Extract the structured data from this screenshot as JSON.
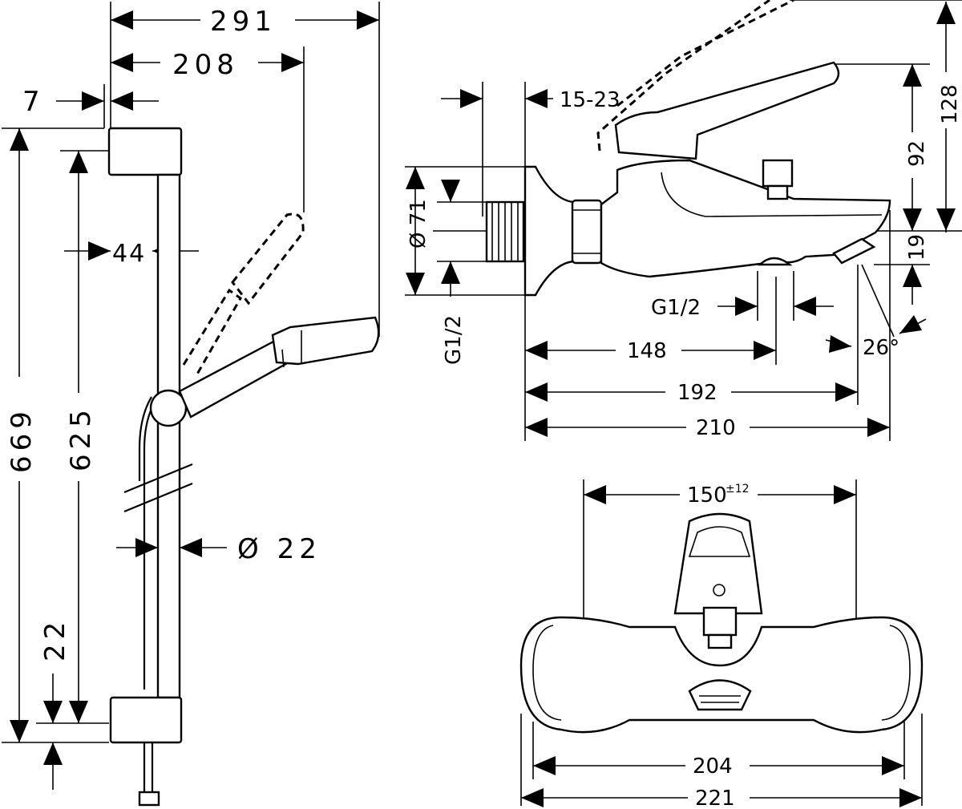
{
  "shower_set": {
    "dims": {
      "d291": "291",
      "d208": "208",
      "d7": "7",
      "d44": "44",
      "d669": "669",
      "d625": "625",
      "d22": "22",
      "dia22": "Ø 22"
    }
  },
  "mixer_side": {
    "dims": {
      "d15_23": "15-23",
      "d128": "128",
      "d92": "92",
      "d19": "19",
      "dia71": "Ø 71",
      "g12_left": "G1/2",
      "g12_bottom": "G1/2",
      "d148": "148",
      "d192": "192",
      "d210": "210",
      "angle26": "26°"
    }
  },
  "mixer_front": {
    "dims": {
      "d150": "150",
      "tol150": "±12",
      "d204": "204",
      "d221": "221"
    }
  }
}
